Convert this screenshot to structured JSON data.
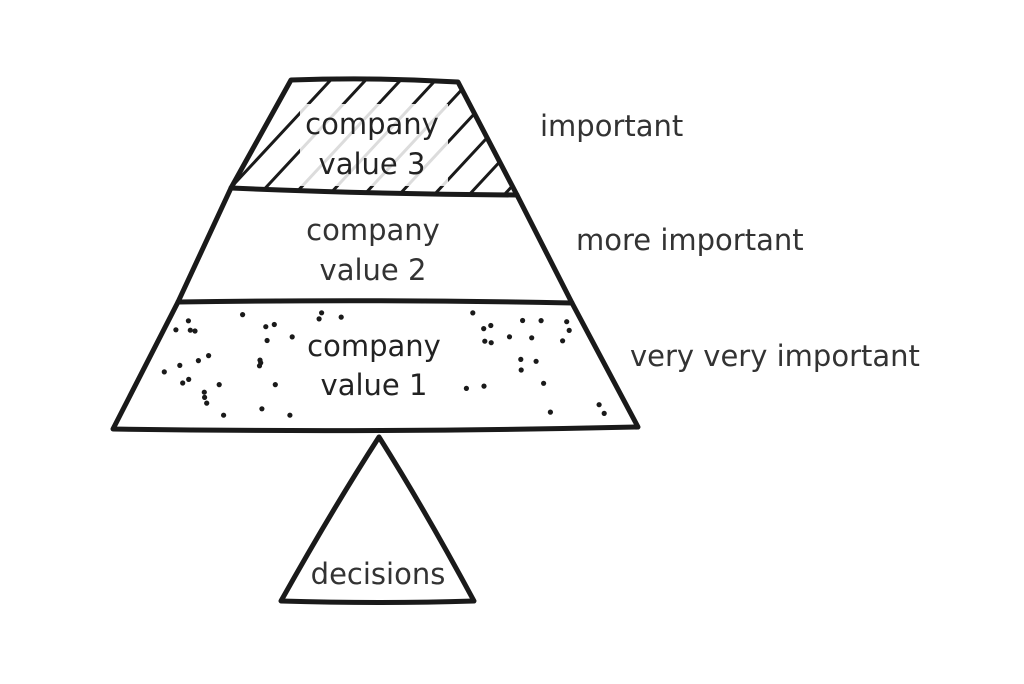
{
  "tiers": [
    {
      "line1": "company",
      "line2": "value 3",
      "rank": "important",
      "fill": "hatched"
    },
    {
      "line1": "company",
      "line2": "value 2",
      "rank": "more important",
      "fill": "plain"
    },
    {
      "line1": "company",
      "line2": "value 1",
      "rank": "very very important",
      "fill": "dotted"
    }
  ],
  "base": {
    "label": "decisions"
  },
  "colors": {
    "ink": "#1a1a1a",
    "text": "#333333",
    "background": "#ffffff"
  }
}
